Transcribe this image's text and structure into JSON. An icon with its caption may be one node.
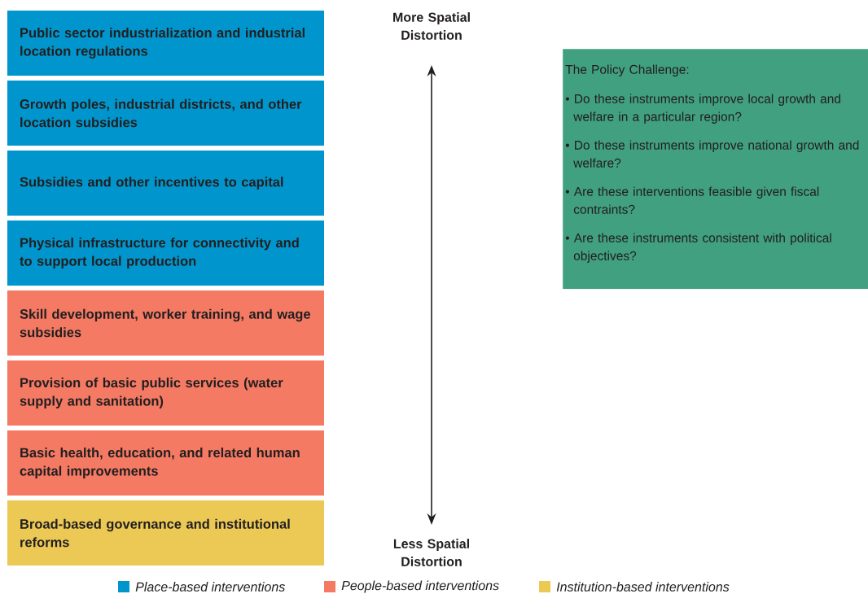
{
  "diagram": {
    "nodes": [
      {
        "text": [
          "Public sector industrialization and industrial location regulations"
        ]
      },
      {
        "text": [
          "Growth poles, industrial districts, and other location subsidies"
        ]
      },
      {
        "text": [
          "Subsidies and other incentives to capital"
        ]
      },
      {
        "text": [
          "Physical infrastructure for connectivity and to support local production"
        ]
      },
      {
        "text": [
          "Skill development, worker training, and wage subsidies"
        ]
      },
      {
        "text": [
          "Provision of basic public services (water supply and sanitation)"
        ]
      },
      {
        "text": [
          "Basic health, education, and related human capital improvements"
        ]
      },
      {
        "text": [
          "Broad-based governance and institutional reforms"
        ]
      },
      {
        "text": [
          "The Policy Challenge:",
          "• Do these instruments improve local growth and welfare in a particular region?",
          "• Do these instruments improve national growth and welfare?",
          "• Are these interventions feasible given fiscal contraints?",
          "• Are these instruments consistent with political objectives?"
        ]
      }
    ],
    "edges": [],
    "labels": [
      "More Spatial Distortion",
      "Less Spatial Distortion"
    ],
    "legend": [
      {
        "text": "Place-based interventions",
        "color": "#0096cd"
      },
      {
        "text": "People-based interventions",
        "color": "#f47a64"
      },
      {
        "text": "Institution-based interventions",
        "color": "#ecc955"
      }
    ]
  }
}
